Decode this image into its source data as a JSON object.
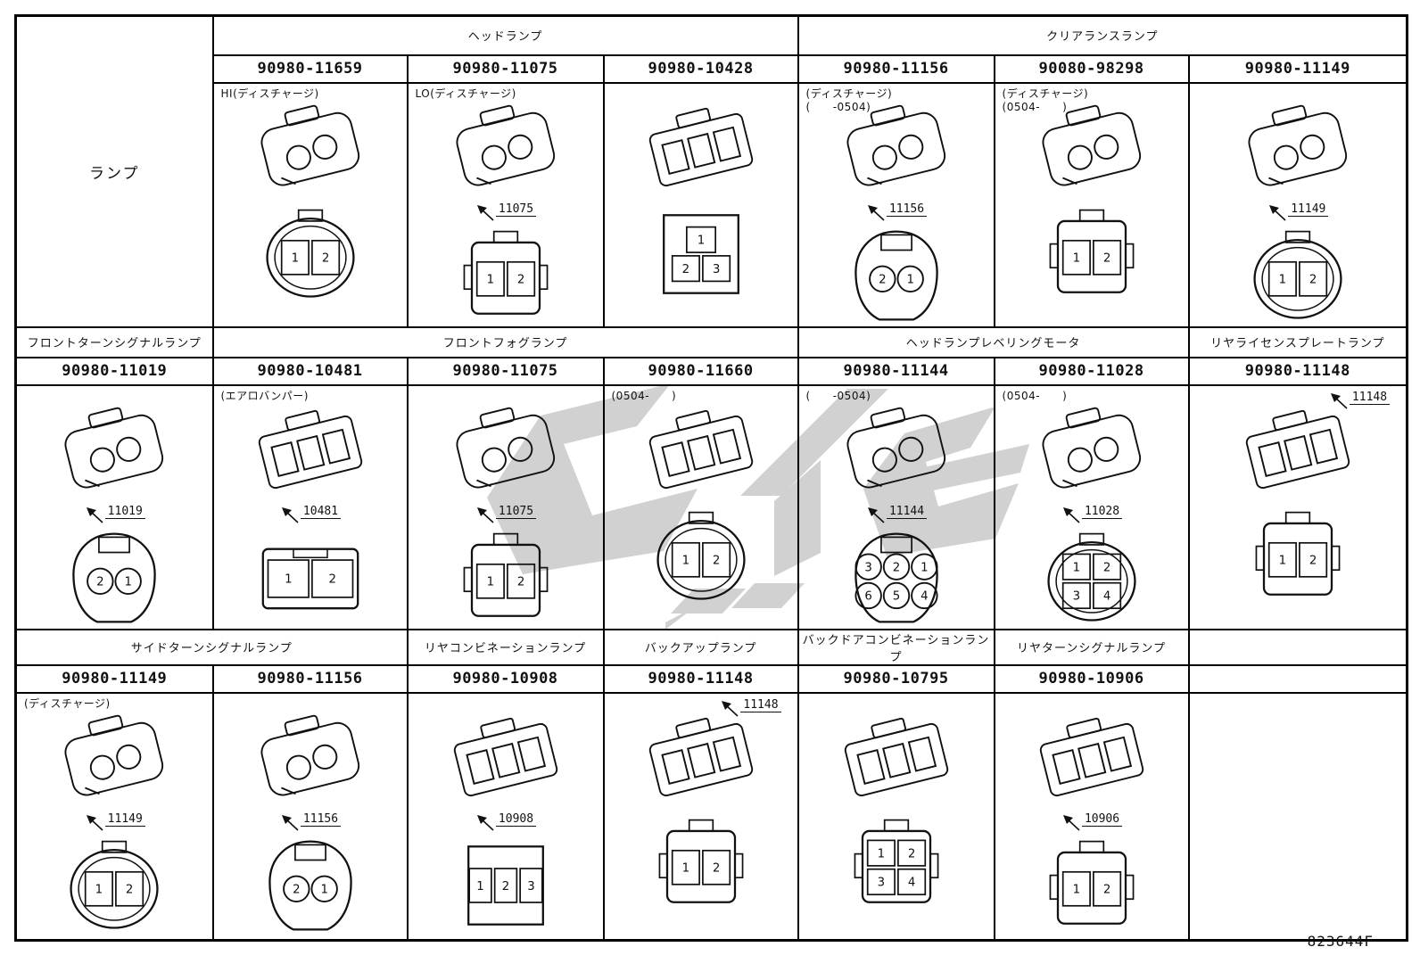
{
  "doc": {
    "code": "823644F",
    "row_label": "ランプ",
    "line_color": "#111111",
    "watermark_color": "#c9c9c9"
  },
  "bands": [
    {
      "groups": [
        {
          "label": "ヘッドランプ",
          "span": 3
        },
        {
          "label": "クリアランスランプ",
          "span": 3
        }
      ],
      "cells": [
        {
          "part": "90980-11659",
          "note_a": "HI(ディスチャージ)",
          "note_b": "",
          "callout": "",
          "callout_pos": "mid",
          "iso": "barrel",
          "front": {
            "shape": "oval",
            "style": "grid",
            "rows": [
              [
                "1",
                "2"
              ]
            ]
          }
        },
        {
          "part": "90980-11075",
          "note_a": "LO(ディスチャージ)",
          "note_b": "",
          "callout": "11075",
          "callout_pos": "mid",
          "iso": "barrel",
          "front": {
            "shape": "square",
            "style": "grid",
            "rows": [
              [
                "1",
                "2"
              ]
            ]
          }
        },
        {
          "part": "90980-10428",
          "note_a": "",
          "note_b": "",
          "callout": "",
          "callout_pos": "mid",
          "iso": "box",
          "front": {
            "shape": "rect",
            "style": "grid",
            "rows": [
              [
                "1"
              ],
              [
                "2",
                "3"
              ]
            ]
          }
        },
        {
          "part": "90980-11156",
          "note_a": "(ディスチャージ)",
          "note_b": "(　　-0504)",
          "callout": "11156",
          "callout_pos": "mid",
          "iso": "barrel",
          "front": {
            "shape": "round",
            "style": "circles",
            "rows": [
              [
                "2",
                "1"
              ]
            ]
          }
        },
        {
          "part": "90080-98298",
          "note_a": "(ディスチャージ)",
          "note_b": "(0504-　　)",
          "callout": "",
          "callout_pos": "mid",
          "iso": "barrel",
          "front": {
            "shape": "square",
            "style": "grid",
            "rows": [
              [
                "1",
                "2"
              ]
            ]
          }
        },
        {
          "part": "90980-11149",
          "note_a": "",
          "note_b": "",
          "callout": "11149",
          "callout_pos": "mid",
          "iso": "barrel",
          "front": {
            "shape": "oval",
            "style": "grid",
            "rows": [
              [
                "1",
                "2"
              ]
            ]
          }
        }
      ]
    },
    {
      "groups": [
        {
          "label": "フロントターンシグナルランプ",
          "span": 1
        },
        {
          "label": "フロントフォグランプ",
          "span": 3
        },
        {
          "label": "ヘッドランプレベリングモータ",
          "span": 2
        },
        {
          "label": "リヤライセンスプレートランプ",
          "span": 1
        }
      ],
      "cells": [
        {
          "part": "90980-11019",
          "note_a": "",
          "note_b": "",
          "callout": "11019",
          "callout_pos": "mid",
          "iso": "barrel",
          "front": {
            "shape": "round",
            "style": "circles",
            "rows": [
              [
                "2",
                "1"
              ]
            ]
          }
        },
        {
          "part": "90980-10481",
          "note_a": "(エアロバンパー)",
          "note_b": "",
          "callout": "10481",
          "callout_pos": "mid",
          "iso": "box",
          "front": {
            "shape": "wide",
            "style": "grid",
            "rows": [
              [
                "1",
                "2"
              ]
            ]
          }
        },
        {
          "part": "90980-11075",
          "note_a": "",
          "note_b": "",
          "callout": "11075",
          "callout_pos": "mid",
          "iso": "barrel",
          "front": {
            "shape": "square",
            "style": "grid",
            "rows": [
              [
                "1",
                "2"
              ]
            ]
          }
        },
        {
          "part": "90980-11660",
          "note_a": "(0504-　　)",
          "note_b": "",
          "callout": "",
          "callout_pos": "mid",
          "iso": "box",
          "front": {
            "shape": "oval",
            "style": "grid",
            "rows": [
              [
                "1",
                "2"
              ]
            ]
          }
        },
        {
          "part": "90980-11144",
          "note_a": "(　　-0504)",
          "note_b": "",
          "callout": "11144",
          "callout_pos": "mid",
          "iso": "barrel",
          "front": {
            "shape": "round",
            "style": "circles",
            "rows": [
              [
                "3",
                "2",
                "1"
              ],
              [
                "6",
                "5",
                "4"
              ]
            ]
          }
        },
        {
          "part": "90980-11028",
          "note_a": "(0504-　　)",
          "note_b": "",
          "callout": "11028",
          "callout_pos": "mid",
          "iso": "barrel",
          "front": {
            "shape": "oval",
            "style": "grid",
            "rows": [
              [
                "1",
                "2"
              ],
              [
                "3",
                "4"
              ]
            ]
          }
        },
        {
          "part": "90980-11148",
          "note_a": "",
          "note_b": "",
          "callout": "11148",
          "callout_pos": "top",
          "iso": "box",
          "front": {
            "shape": "square",
            "style": "grid",
            "rows": [
              [
                "1",
                "2"
              ]
            ]
          }
        }
      ]
    },
    {
      "groups": [
        {
          "label": "サイドターンシグナルランプ",
          "span": 2
        },
        {
          "label": "リヤコンビネーションランプ",
          "span": 1
        },
        {
          "label": "バックアップランプ",
          "span": 1
        },
        {
          "label": "バックドアコンビネーションランプ",
          "span": 1
        },
        {
          "label": "リヤターンシグナルランプ",
          "span": 1
        },
        {
          "label": "",
          "span": 1
        }
      ],
      "cells": [
        {
          "part": "90980-11149",
          "note_a": "(ディスチャージ)",
          "note_b": "",
          "callout": "11149",
          "callout_pos": "mid",
          "iso": "barrel",
          "front": {
            "shape": "oval",
            "style": "grid",
            "rows": [
              [
                "1",
                "2"
              ]
            ]
          }
        },
        {
          "part": "90980-11156",
          "note_a": "",
          "note_b": "",
          "callout": "11156",
          "callout_pos": "mid",
          "iso": "barrel",
          "front": {
            "shape": "round",
            "style": "circles",
            "rows": [
              [
                "2",
                "1"
              ]
            ]
          }
        },
        {
          "part": "90980-10908",
          "note_a": "",
          "note_b": "",
          "callout": "10908",
          "callout_pos": "mid",
          "iso": "box",
          "front": {
            "shape": "rect",
            "style": "grid",
            "rows": [
              [
                "1",
                "2",
                "3"
              ]
            ]
          }
        },
        {
          "part": "90980-11148",
          "note_a": "",
          "note_b": "",
          "callout": "11148",
          "callout_pos": "top",
          "iso": "box",
          "front": {
            "shape": "square",
            "style": "grid",
            "rows": [
              [
                "1",
                "2"
              ]
            ]
          }
        },
        {
          "part": "90980-10795",
          "note_a": "",
          "note_b": "",
          "callout": "",
          "callout_pos": "mid",
          "iso": "box",
          "front": {
            "shape": "square",
            "style": "grid",
            "rows": [
              [
                "1",
                "2"
              ],
              [
                "3",
                "4"
              ]
            ]
          }
        },
        {
          "part": "90980-10906",
          "note_a": "",
          "note_b": "",
          "callout": "10906",
          "callout_pos": "mid",
          "iso": "box",
          "front": {
            "shape": "square",
            "style": "grid",
            "rows": [
              [
                "1",
                "2"
              ]
            ]
          }
        }
      ]
    }
  ]
}
